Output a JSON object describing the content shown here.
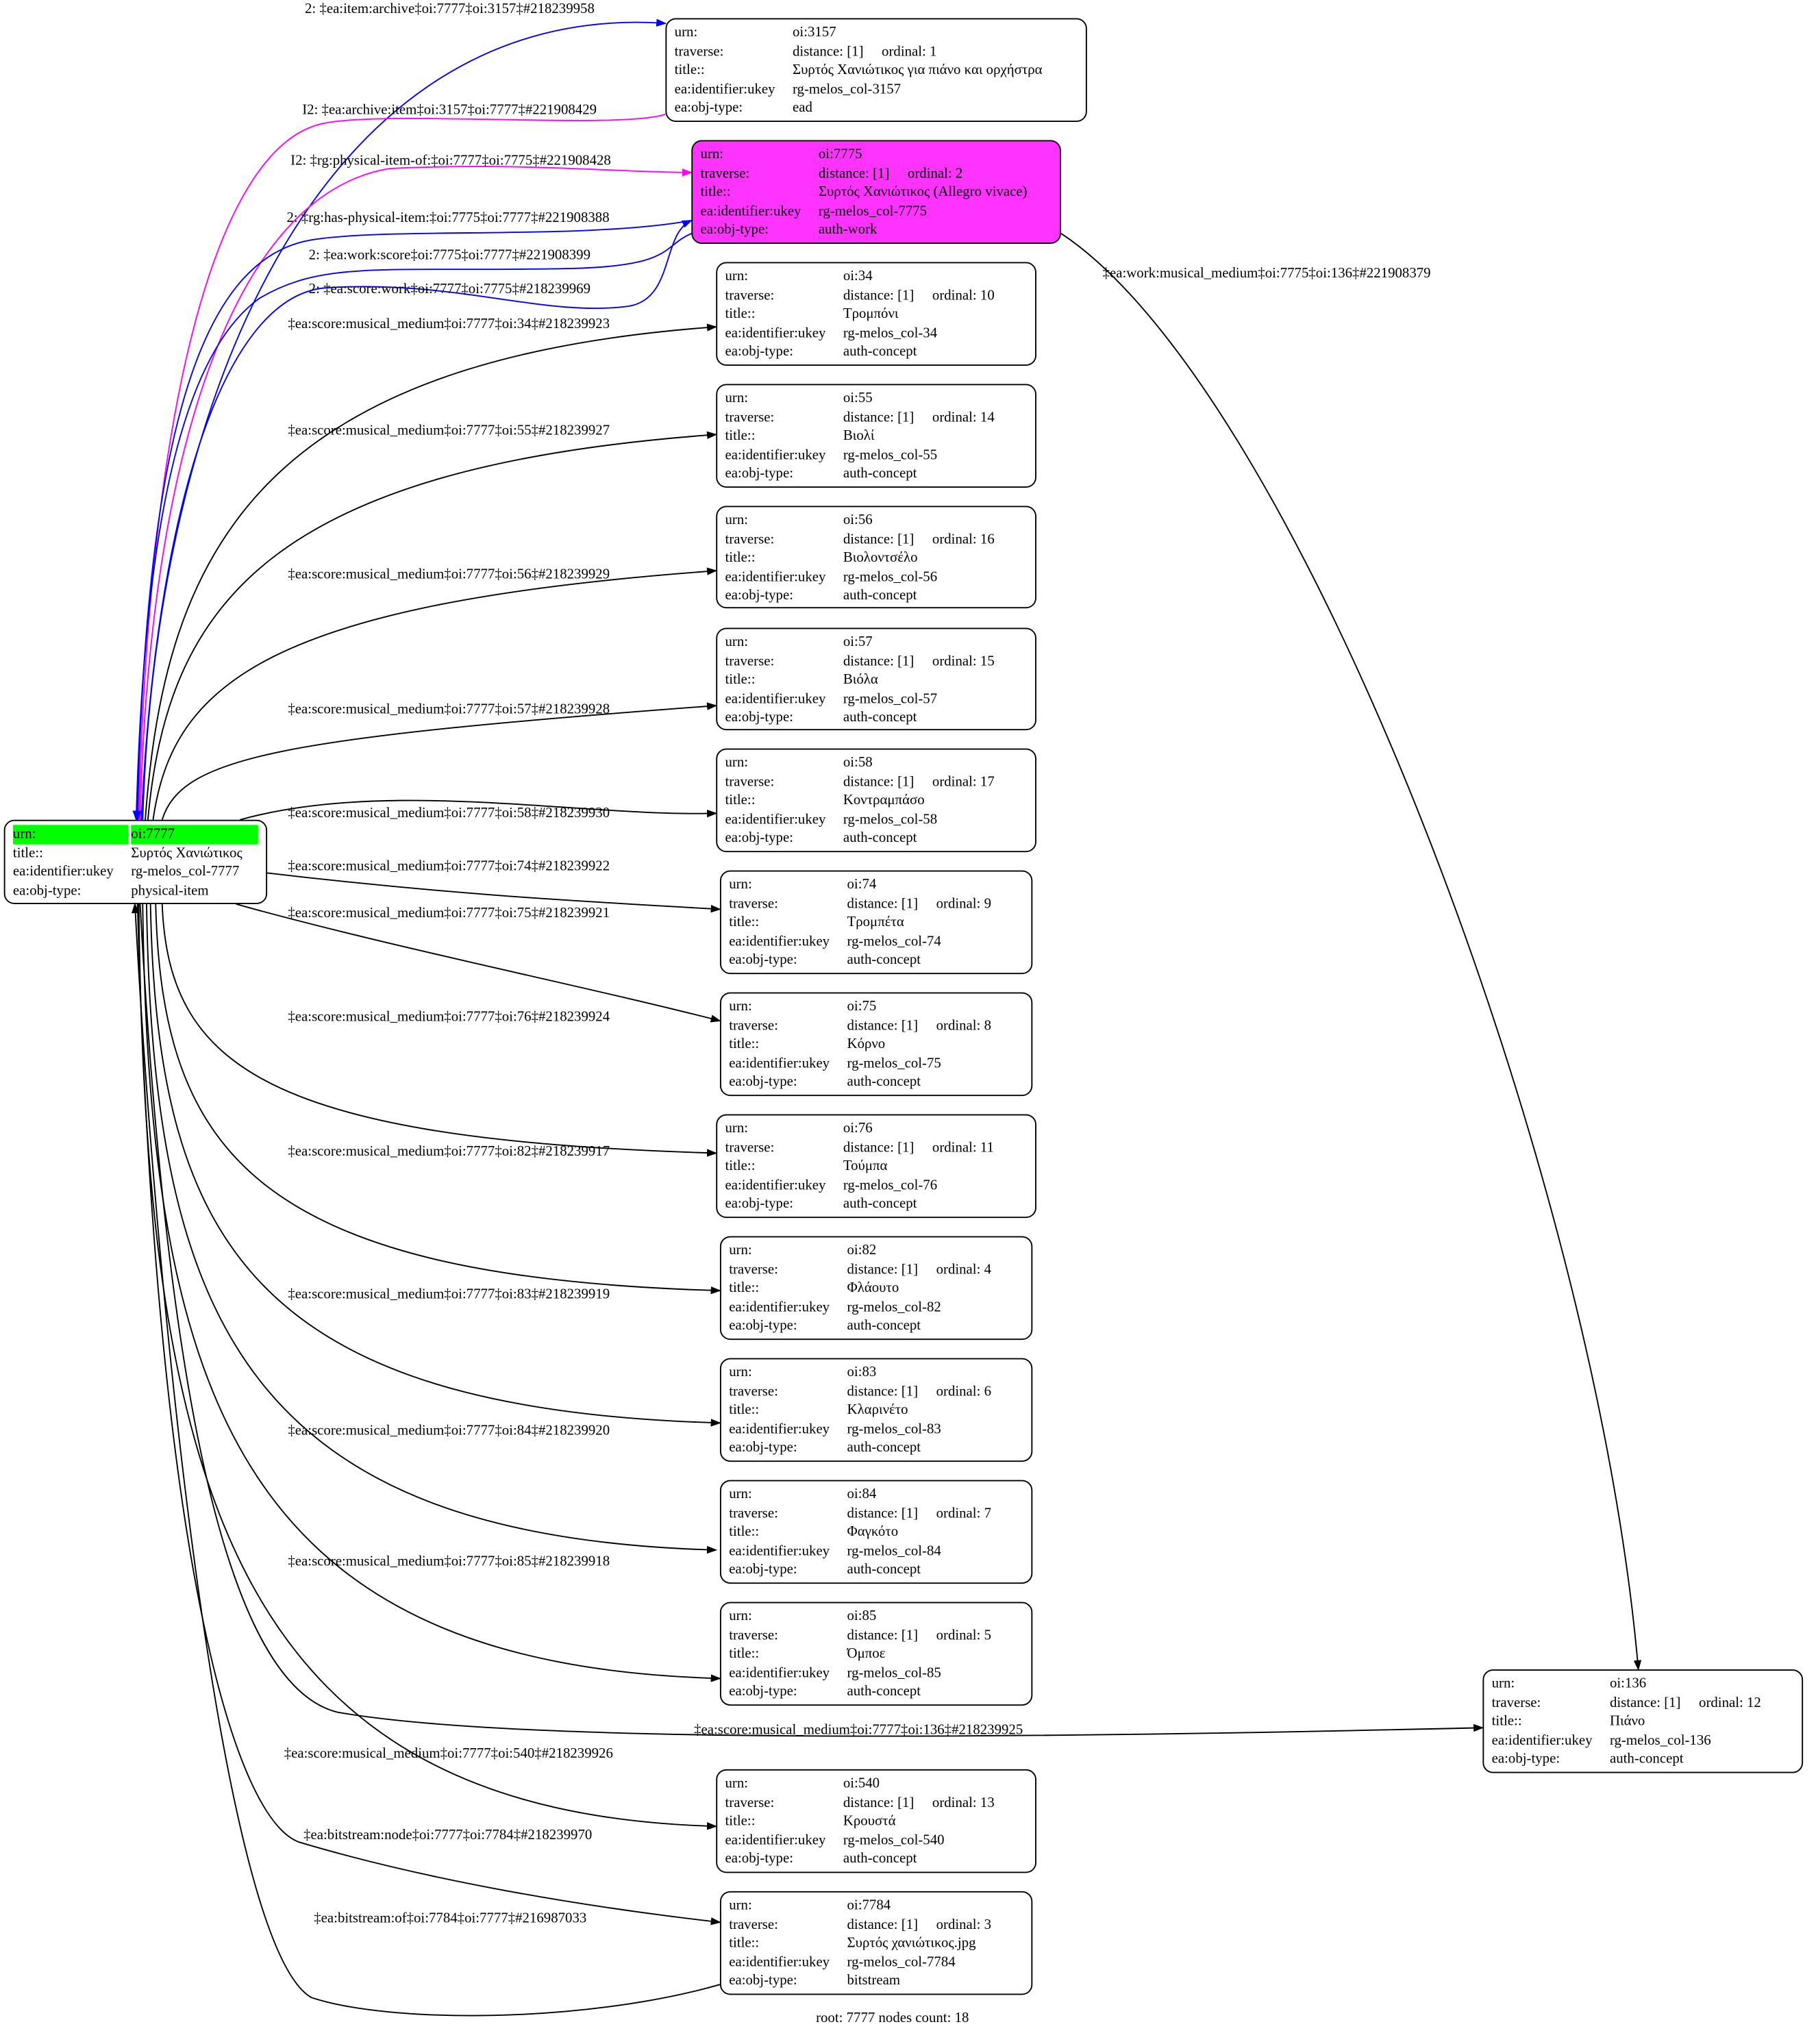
{
  "keys": {
    "urn": "urn:",
    "traverse": "traverse:",
    "title": "title::",
    "ukey": "ea:identifier:ukey",
    "type": "ea:obj-type:"
  },
  "colors": {
    "blue": "#0000ff",
    "magenta": "#ff00ff",
    "black": "#000000",
    "root_highlight": "#00ff00",
    "selected_node": "#ff33ff"
  },
  "root": {
    "urn": "oi:7777",
    "title": "Συρτός Χανιώτικος",
    "ukey": "rg-melos_col-7777",
    "type": "physical-item"
  },
  "nodes": [
    {
      "id": "3157",
      "urn": "oi:3157",
      "distance": "distance: [1]",
      "ordinal": "ordinal: 1",
      "title": "Συρτός Χανιώτικος για πιάνο και ορχήστρα",
      "ukey": "rg-melos_col-3157",
      "type": "ead"
    },
    {
      "id": "7775",
      "urn": "oi:7775",
      "distance": "distance: [1]",
      "ordinal": "ordinal: 2",
      "title": "Συρτός Χανιώτικος (Allegro vivace)",
      "ukey": "rg-melos_col-7775",
      "type": "auth-work",
      "highlight": true
    },
    {
      "id": "34",
      "urn": "oi:34",
      "distance": "distance: [1]",
      "ordinal": "ordinal: 10",
      "title": "Τρομπόνι",
      "ukey": "rg-melos_col-34",
      "type": "auth-concept"
    },
    {
      "id": "55",
      "urn": "oi:55",
      "distance": "distance: [1]",
      "ordinal": "ordinal: 14",
      "title": "Βιολί",
      "ukey": "rg-melos_col-55",
      "type": "auth-concept"
    },
    {
      "id": "56",
      "urn": "oi:56",
      "distance": "distance: [1]",
      "ordinal": "ordinal: 16",
      "title": "Βιολοντσέλο",
      "ukey": "rg-melos_col-56",
      "type": "auth-concept"
    },
    {
      "id": "57",
      "urn": "oi:57",
      "distance": "distance: [1]",
      "ordinal": "ordinal: 15",
      "title": "Βιόλα",
      "ukey": "rg-melos_col-57",
      "type": "auth-concept"
    },
    {
      "id": "58",
      "urn": "oi:58",
      "distance": "distance: [1]",
      "ordinal": "ordinal: 17",
      "title": "Κοντραμπάσο",
      "ukey": "rg-melos_col-58",
      "type": "auth-concept"
    },
    {
      "id": "74",
      "urn": "oi:74",
      "distance": "distance: [1]",
      "ordinal": "ordinal: 9",
      "title": "Τρομπέτα",
      "ukey": "rg-melos_col-74",
      "type": "auth-concept"
    },
    {
      "id": "75",
      "urn": "oi:75",
      "distance": "distance: [1]",
      "ordinal": "ordinal: 8",
      "title": "Κόρνο",
      "ukey": "rg-melos_col-75",
      "type": "auth-concept"
    },
    {
      "id": "76",
      "urn": "oi:76",
      "distance": "distance: [1]",
      "ordinal": "ordinal: 11",
      "title": "Τούμπα",
      "ukey": "rg-melos_col-76",
      "type": "auth-concept"
    },
    {
      "id": "82",
      "urn": "oi:82",
      "distance": "distance: [1]",
      "ordinal": "ordinal: 4",
      "title": "Φλάουτο",
      "ukey": "rg-melos_col-82",
      "type": "auth-concept"
    },
    {
      "id": "83",
      "urn": "oi:83",
      "distance": "distance: [1]",
      "ordinal": "ordinal: 6",
      "title": "Κλαρινέτο",
      "ukey": "rg-melos_col-83",
      "type": "auth-concept"
    },
    {
      "id": "84",
      "urn": "oi:84",
      "distance": "distance: [1]",
      "ordinal": "ordinal: 7",
      "title": "Φαγκότο",
      "ukey": "rg-melos_col-84",
      "type": "auth-concept"
    },
    {
      "id": "85",
      "urn": "oi:85",
      "distance": "distance: [1]",
      "ordinal": "ordinal: 5",
      "title": "Όμποε",
      "ukey": "rg-melos_col-85",
      "type": "auth-concept"
    },
    {
      "id": "540",
      "urn": "oi:540",
      "distance": "distance: [1]",
      "ordinal": "ordinal: 13",
      "title": "Κρουστά",
      "ukey": "rg-melos_col-540",
      "type": "auth-concept"
    },
    {
      "id": "7784",
      "urn": "oi:7784",
      "distance": "distance: [1]",
      "ordinal": "ordinal: 3",
      "title": "Συρτός χανιώτικος.jpg",
      "ukey": "rg-melos_col-7784",
      "type": "bitstream"
    },
    {
      "id": "136",
      "urn": "oi:136",
      "distance": "distance: [1]",
      "ordinal": "ordinal: 12",
      "title": "Πιάνο",
      "ukey": "rg-melos_col-136",
      "type": "auth-concept"
    }
  ],
  "edges": [
    {
      "label": "2: ‡ea:item:archive‡oi:7777‡oi:3157‡#218239958",
      "color": "#0000ff"
    },
    {
      "label": "I2: ‡ea:archive:item‡oi:3157‡oi:7777‡#221908429",
      "color": "#ff00ff"
    },
    {
      "label": "I2: ‡rg:physical-item-of:‡oi:7777‡oi:7775‡#221908428",
      "color": "#ff00ff"
    },
    {
      "label": "2: ‡rg:has-physical-item:‡oi:7775‡oi:7777‡#221908388",
      "color": "#0000ff"
    },
    {
      "label": "2: ‡ea:work:score‡oi:7775‡oi:7777‡#221908399",
      "color": "#0000ff"
    },
    {
      "label": "2: ‡ea:score:work‡oi:7777‡oi:7775‡#218239969",
      "color": "#0000ff"
    },
    {
      "label": "‡ea:work:musical_medium‡oi:7775‡oi:136‡#221908379",
      "color": "#000000"
    },
    {
      "label": "‡ea:score:musical_medium‡oi:7777‡oi:34‡#218239923",
      "color": "#000000"
    },
    {
      "label": "‡ea:score:musical_medium‡oi:7777‡oi:55‡#218239927",
      "color": "#000000"
    },
    {
      "label": "‡ea:score:musical_medium‡oi:7777‡oi:56‡#218239929",
      "color": "#000000"
    },
    {
      "label": "‡ea:score:musical_medium‡oi:7777‡oi:57‡#218239928",
      "color": "#000000"
    },
    {
      "label": "‡ea:score:musical_medium‡oi:7777‡oi:58‡#218239930",
      "color": "#000000"
    },
    {
      "label": "‡ea:score:musical_medium‡oi:7777‡oi:74‡#218239922",
      "color": "#000000"
    },
    {
      "label": "‡ea:score:musical_medium‡oi:7777‡oi:75‡#218239921",
      "color": "#000000"
    },
    {
      "label": "‡ea:score:musical_medium‡oi:7777‡oi:76‡#218239924",
      "color": "#000000"
    },
    {
      "label": "‡ea:score:musical_medium‡oi:7777‡oi:82‡#218239917",
      "color": "#000000"
    },
    {
      "label": "‡ea:score:musical_medium‡oi:7777‡oi:83‡#218239919",
      "color": "#000000"
    },
    {
      "label": "‡ea:score:musical_medium‡oi:7777‡oi:84‡#218239920",
      "color": "#000000"
    },
    {
      "label": "‡ea:score:musical_medium‡oi:7777‡oi:85‡#218239918",
      "color": "#000000"
    },
    {
      "label": "‡ea:score:musical_medium‡oi:7777‡oi:136‡#218239925",
      "color": "#000000"
    },
    {
      "label": "‡ea:score:musical_medium‡oi:7777‡oi:540‡#218239926",
      "color": "#000000"
    },
    {
      "label": "‡ea:bitstream:node‡oi:7777‡oi:7784‡#218239970",
      "color": "#000000"
    },
    {
      "label": "‡ea:bitstream:of‡oi:7784‡oi:7777‡#216987033",
      "color": "#000000"
    }
  ],
  "footer": "root: 7777 nodes count: 18"
}
